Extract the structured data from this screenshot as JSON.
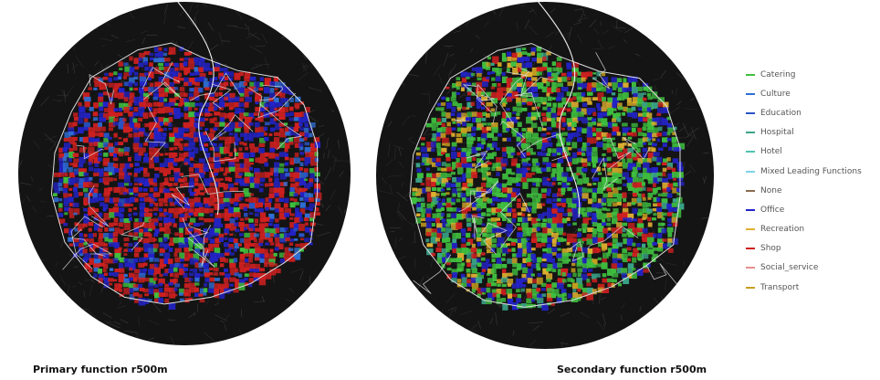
{
  "maps": [
    {
      "id": "primary",
      "caption": "Primary function r500m",
      "mix": {
        "Shop": 0.5,
        "Office": 0.32,
        "Catering": 0.08,
        "Education": 0.05,
        "Culture": 0.05
      }
    },
    {
      "id": "secondary",
      "caption": "Secondary function r500m",
      "mix": {
        "Catering": 0.42,
        "Office": 0.22,
        "Shop": 0.14,
        "Recreation": 0.1,
        "Transport": 0.07,
        "Hospital": 0.05
      }
    }
  ],
  "legend": [
    {
      "label": "Catering",
      "color": "#3fbf3f"
    },
    {
      "label": "Culture",
      "color": "#2f6fd6"
    },
    {
      "label": "Education",
      "color": "#2a55c8"
    },
    {
      "label": "Hospital",
      "color": "#3aa58a"
    },
    {
      "label": "Hotel",
      "color": "#4fc3b0"
    },
    {
      "label": "Mixed Leading Functions",
      "color": "#7fd3e6"
    },
    {
      "label": "None",
      "color": "#8a6a50"
    },
    {
      "label": "Office",
      "color": "#2323c8"
    },
    {
      "label": "Recreation",
      "color": "#e0b030"
    },
    {
      "label": "Shop",
      "color": "#d02020"
    },
    {
      "label": "Social_service",
      "color": "#e89090"
    },
    {
      "label": "Transport",
      "color": "#c8a020"
    }
  ]
}
